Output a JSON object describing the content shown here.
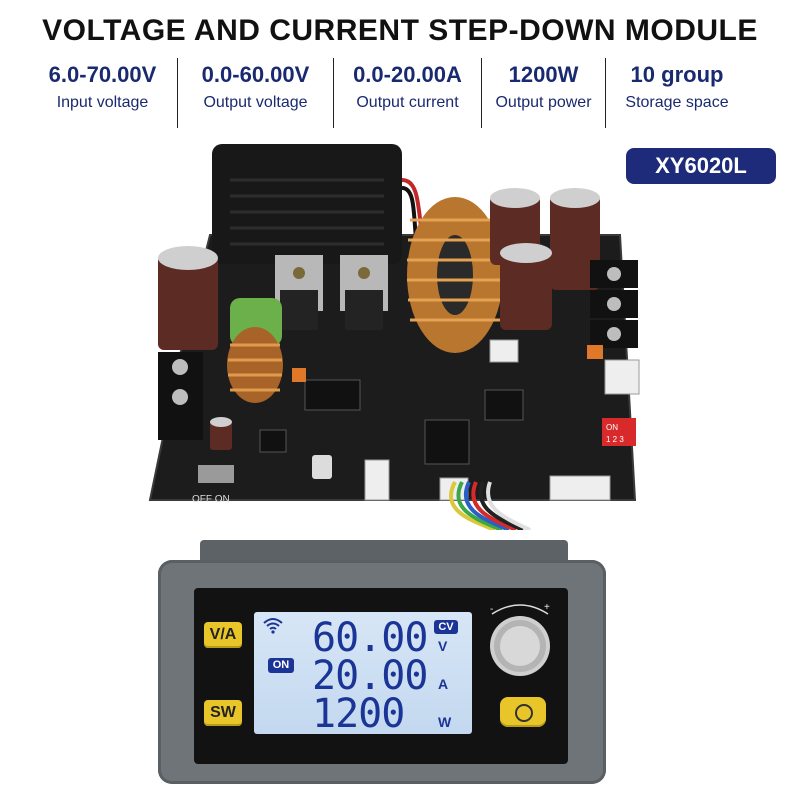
{
  "header": {
    "title": "VOLTAGE AND CURRENT STEP-DOWN MODULE"
  },
  "specs": [
    {
      "value": "6.0-70.00V",
      "label": "Input voltage"
    },
    {
      "value": "0.0-60.00V",
      "label": "Output voltage"
    },
    {
      "value": "0.0-20.00A",
      "label": "Output current"
    },
    {
      "value": "1200W",
      "label": "Output power"
    },
    {
      "value": "10 group",
      "label": "Storage space"
    }
  ],
  "model": "XY6020L",
  "board": {
    "switch_label": "OFF  ON",
    "dip_label": "ON",
    "dip_numbers": "1 2 3"
  },
  "display": {
    "keys": {
      "va": "V/A",
      "sw": "SW"
    },
    "voltage": "60.00",
    "current": "20.00",
    "power": "1200",
    "units": {
      "voltage": "V",
      "current": "A",
      "power": "W"
    },
    "mode_badge": "CV",
    "status_badge": "ON"
  },
  "colors": {
    "title": "#111111",
    "spec_text": "#1a2a70",
    "badge_bg": "#1d2b7a",
    "pcb": "#1c1c1c",
    "lcd_bg": "#c9dcf1",
    "lcd_text": "#1b3596",
    "keys": "#e8c62a"
  },
  "icons": {
    "wifi": "wifi-icon",
    "power": "power-icon"
  }
}
